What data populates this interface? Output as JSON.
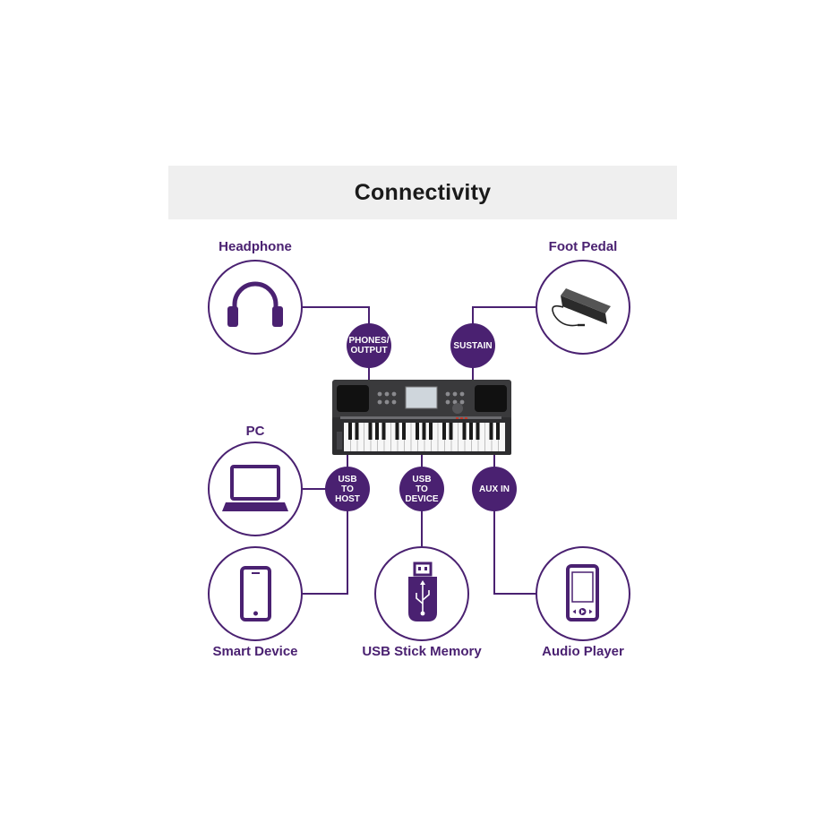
{
  "header": {
    "title": "Connectivity"
  },
  "devices": {
    "headphone": "Headphone",
    "foot_pedal": "Foot Pedal",
    "pc": "PC",
    "smart_device": "Smart Device",
    "usb_stick": "USB Stick Memory",
    "audio_player": "Audio Player"
  },
  "ports": {
    "phones_output": "PHONES/\nOUTPUT",
    "sustain": "SUSTAIN",
    "usb_to_host": "USB\nTO\nHOST",
    "usb_to_device": "USB\nTO\nDEVICE",
    "aux_in": "AUX IN"
  },
  "colors": {
    "accent": "#4a2171",
    "header_bg": "#efefef",
    "title": "#1a1a1a",
    "keyboard_body": "#3a3a3c"
  }
}
